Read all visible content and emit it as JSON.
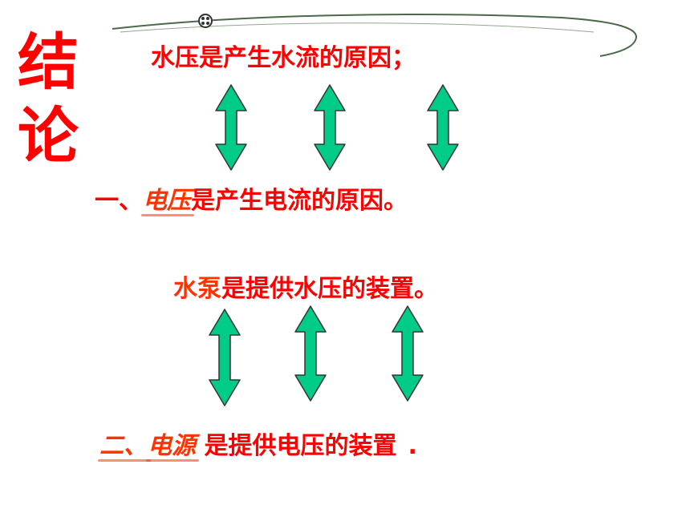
{
  "slide": {
    "title_chars": [
      "结",
      "论"
    ],
    "water_pressure_line": "水压是产生水流的原因；",
    "point1_prefix": "一、",
    "point1_term": "电压",
    "point1_rest": "是产生电流的原因。",
    "pump_term": "水泵",
    "pump_rest": "是提供水压的装置。",
    "point2_prefix": "二、",
    "point2_term": "电源",
    "point2_rest": " 是提供电压的装置",
    "point2_end": "."
  },
  "colors": {
    "text_red": "#ff0000",
    "text_redorange": "#ff3300",
    "arrow_fill": "#00cc88",
    "arrow_stroke": "#333333",
    "swoosh": "#4a6a4a"
  },
  "icons": {
    "double_arrow": "double-headed-vertical-arrow",
    "decoration": "swoosh-with-dot"
  }
}
